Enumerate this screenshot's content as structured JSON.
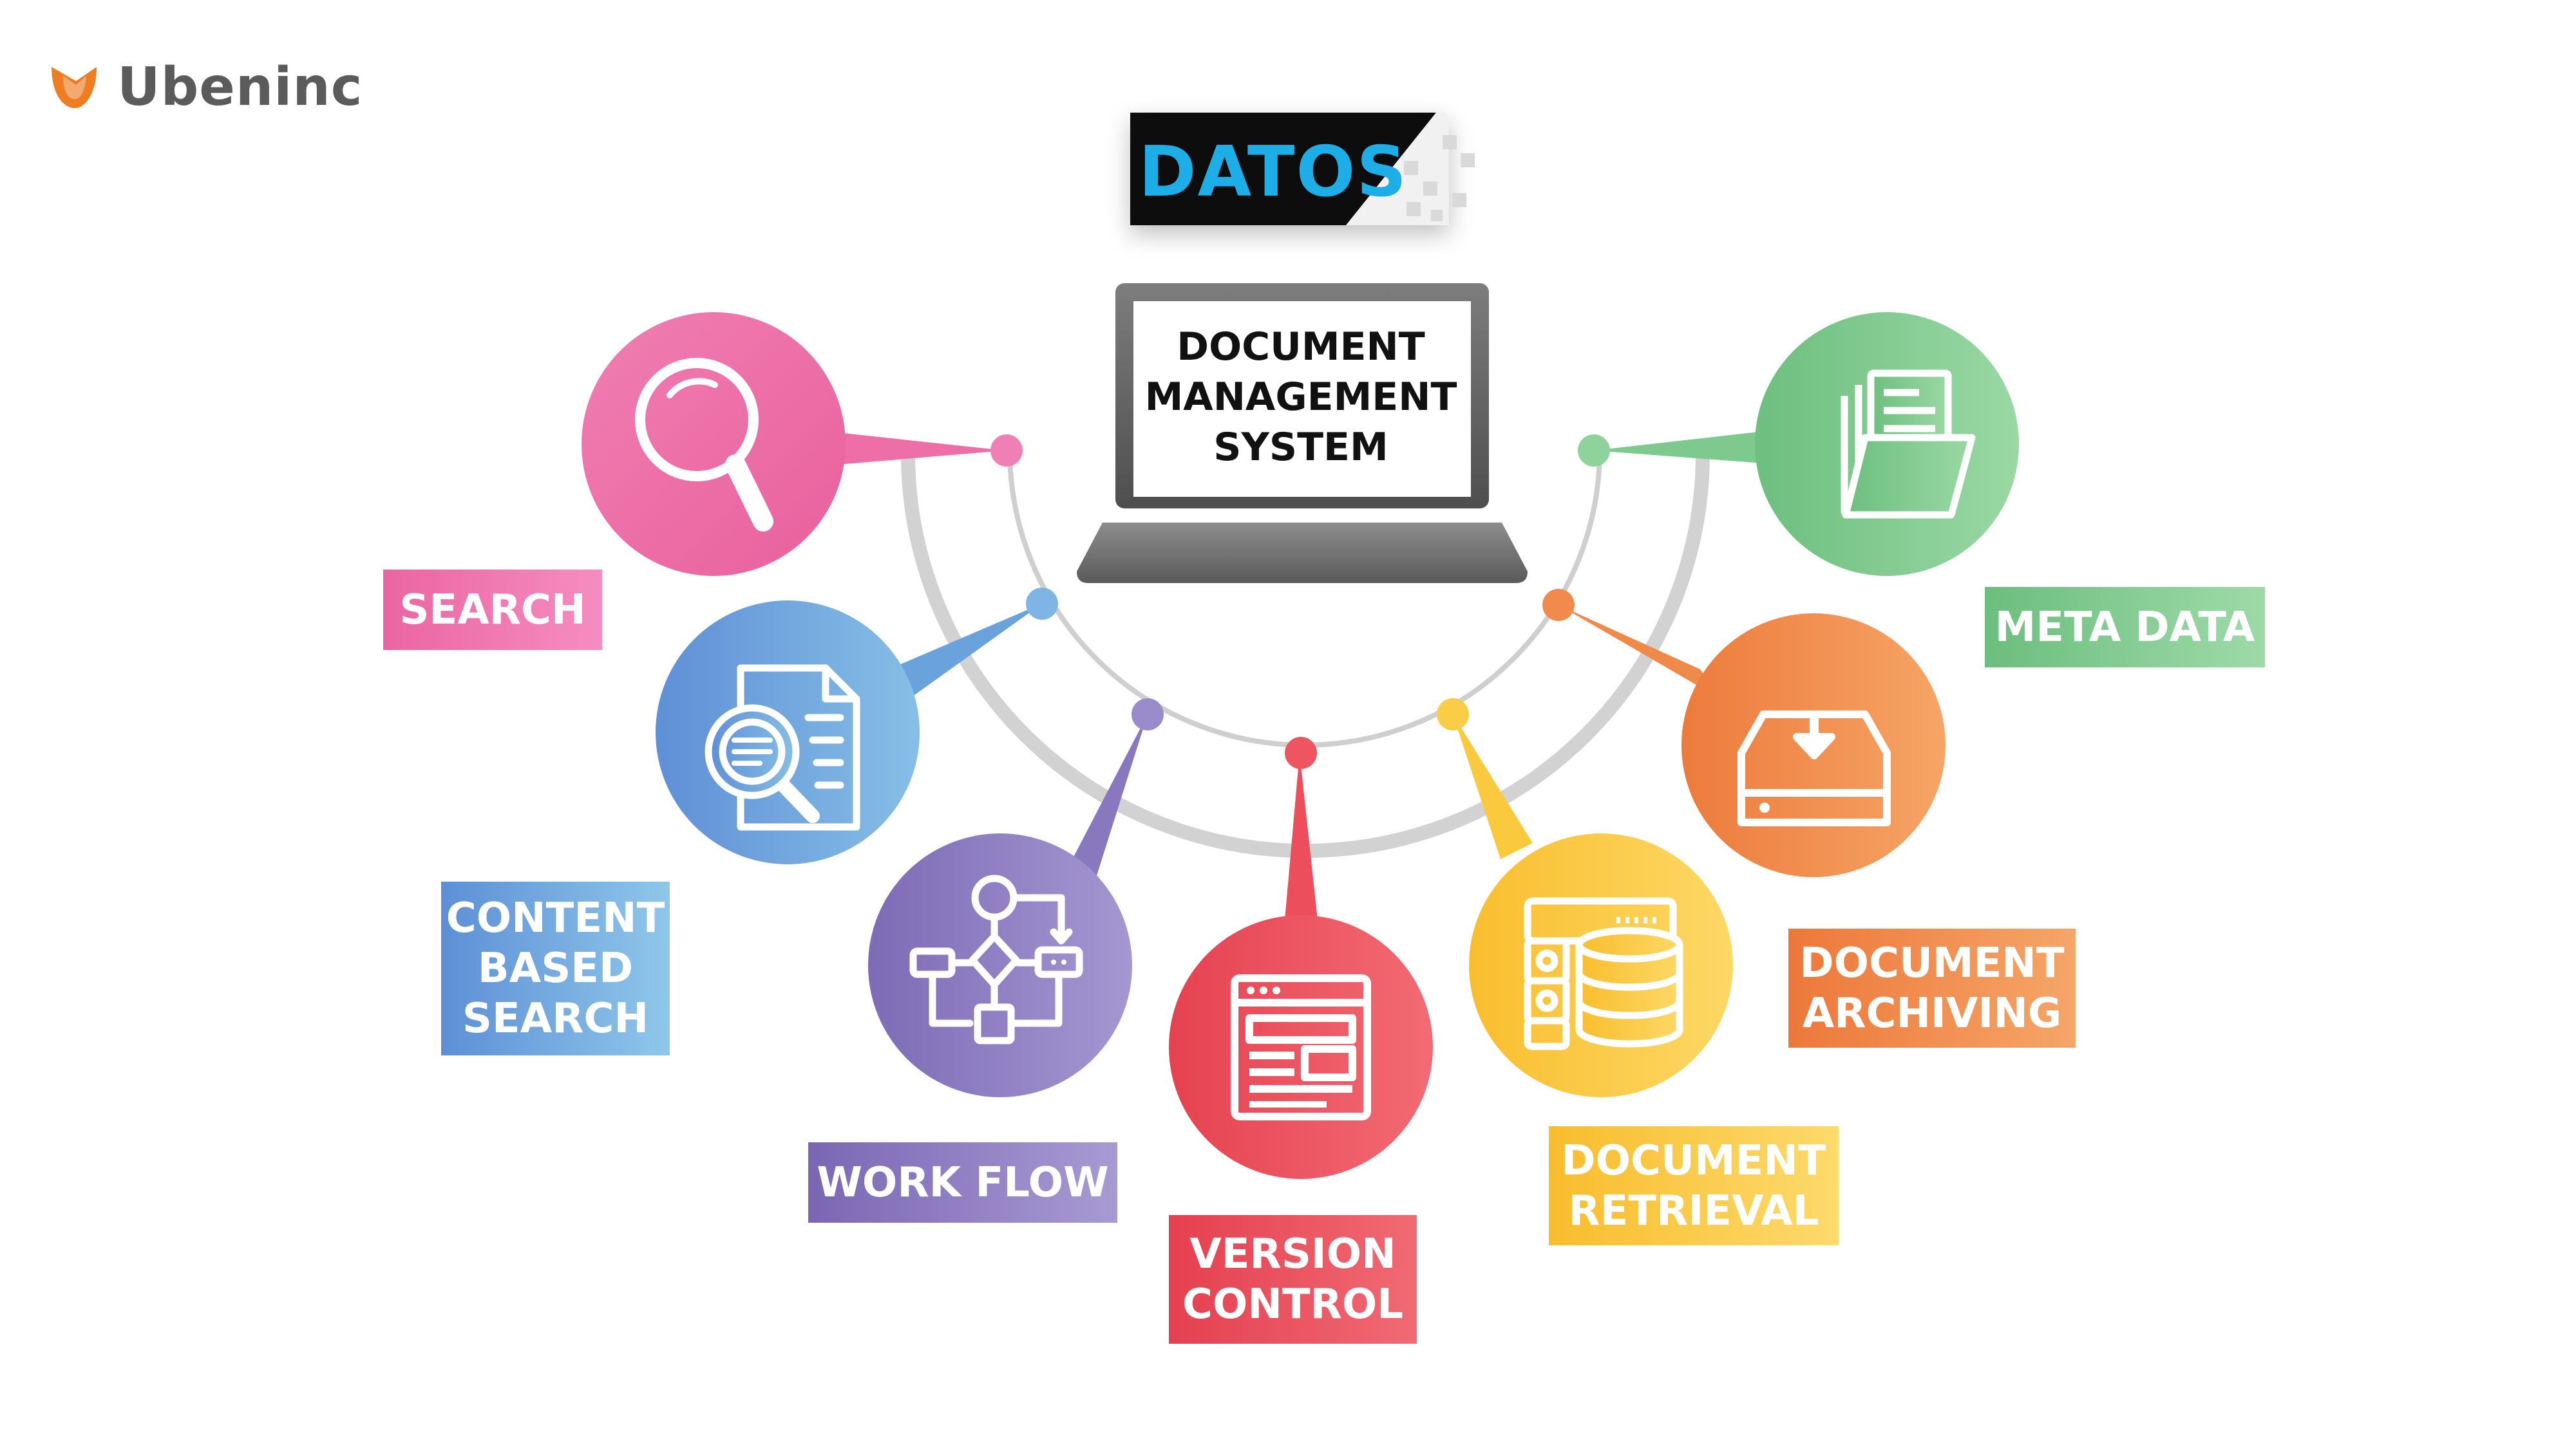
{
  "brand": {
    "name": "Ubeninc"
  },
  "badge": {
    "text": "DATOS"
  },
  "center": {
    "lines": [
      "DOCUMENT",
      "MANAGEMENT",
      "SYSTEM"
    ]
  },
  "features": {
    "search": {
      "lines": [
        "SEARCH"
      ],
      "color": "#ee6fa8",
      "icon": "magnifier-icon"
    },
    "content_based_search": {
      "lines": [
        "CONTENT",
        "BASED",
        "SEARCH"
      ],
      "color": "#6aa3dc",
      "icon": "document-search-icon"
    },
    "work_flow": {
      "lines": [
        "WORK FLOW"
      ],
      "color": "#8a78be",
      "icon": "flowchart-icon"
    },
    "version_control": {
      "lines": [
        "VERSION",
        "CONTROL"
      ],
      "color": "#ec4e5c",
      "icon": "browser-window-icon"
    },
    "document_retrieval": {
      "lines": [
        "DOCUMENT",
        "RETRIEVAL"
      ],
      "color": "#fbc93e",
      "icon": "database-server-icon"
    },
    "document_archiving": {
      "lines": [
        "DOCUMENT",
        "ARCHIVING"
      ],
      "color": "#f08a4b",
      "icon": "hard-drive-download-icon"
    },
    "meta_data": {
      "lines": [
        "META DATA"
      ],
      "color": "#7ec98d",
      "icon": "folder-files-icon"
    }
  }
}
